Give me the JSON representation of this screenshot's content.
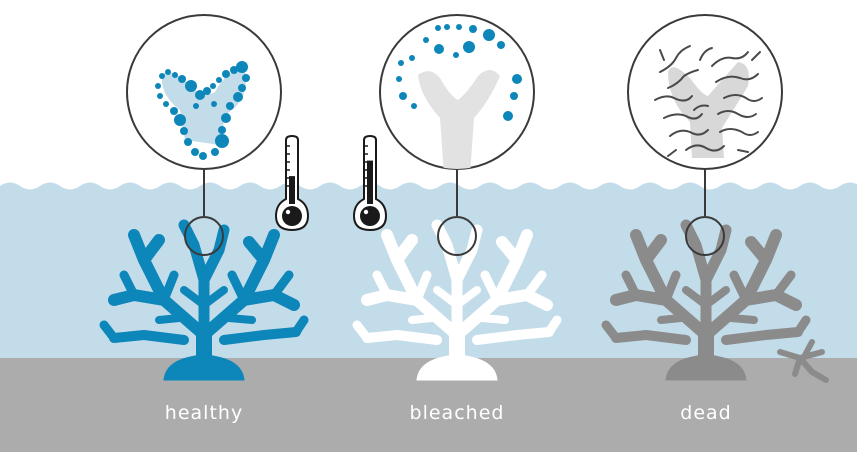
{
  "colors": {
    "water": "#c3dce9",
    "seabed": "#acacad",
    "healthy": "#0d86b9",
    "bleached": "#ffffff",
    "dead": "#8b8b8b",
    "dead_detail": "#d8d8d8",
    "bleached_detail": "#e2e2e2",
    "outline": "#3a3a3a",
    "label": "#ffffff"
  },
  "stages": [
    {
      "id": "healthy",
      "label": "healthy",
      "icon": "healthy-coral-icon"
    },
    {
      "id": "bleached",
      "label": "bleached",
      "icon": "bleached-coral-icon"
    },
    {
      "id": "dead",
      "label": "dead",
      "icon": "dead-coral-icon"
    }
  ],
  "thermometers": [
    {
      "icon": "thermometer-icon",
      "level": 0.45
    },
    {
      "icon": "thermometer-icon",
      "level": 0.7
    }
  ]
}
